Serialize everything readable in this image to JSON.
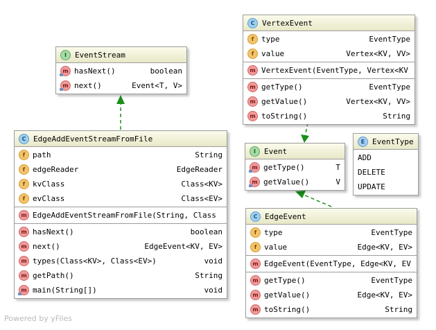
{
  "classes": {
    "event_stream": {
      "kind": "I",
      "name": "EventStream",
      "methods": [
        {
          "name": "hasNext()",
          "type": "boolean"
        },
        {
          "name": "next()",
          "type": "Event<T, V>"
        }
      ]
    },
    "vertex_event": {
      "kind": "C",
      "name": "VertexEvent",
      "fields": [
        {
          "name": "type",
          "type": "EventType"
        },
        {
          "name": "value",
          "type": "Vertex<KV, VV>"
        }
      ],
      "constructors": [
        {
          "name": "VertexEvent(EventType, Vertex<KV",
          "type": ""
        }
      ],
      "methods": [
        {
          "name": "getType()",
          "type": "EventType"
        },
        {
          "name": "getValue()",
          "type": "Vertex<KV, VV>"
        },
        {
          "name": "toString()",
          "type": "String"
        }
      ]
    },
    "edge_add_stream": {
      "kind": "C",
      "name": "EdgeAddEventStreamFromFile",
      "fields": [
        {
          "name": "path",
          "type": "String"
        },
        {
          "name": "edgeReader",
          "type": "EdgeReader"
        },
        {
          "name": "kvClass",
          "type": "Class<KV>"
        },
        {
          "name": "evClass",
          "type": "Class<EV>"
        }
      ],
      "constructors": [
        {
          "name": "EdgeAddEventStreamFromFile(String, Class",
          "type": ""
        }
      ],
      "methods": [
        {
          "name": "hasNext()",
          "type": "boolean"
        },
        {
          "name": "next()",
          "type": "EdgeEvent<KV, EV>"
        },
        {
          "name": "types(Class<KV>, Class<EV>)",
          "type": "void"
        },
        {
          "name": "getPath()",
          "type": "String"
        },
        {
          "name": "main(String[])",
          "type": "void"
        }
      ]
    },
    "event": {
      "kind": "I",
      "name": "Event",
      "methods": [
        {
          "name": "getType()",
          "type": "T"
        },
        {
          "name": "getValue()",
          "type": "V"
        }
      ]
    },
    "event_type": {
      "kind": "E",
      "name": "EventType",
      "constants": [
        "ADD",
        "DELETE",
        "UPDATE"
      ]
    },
    "edge_event": {
      "kind": "C",
      "name": "EdgeEvent",
      "fields": [
        {
          "name": "type",
          "type": "EventType"
        },
        {
          "name": "value",
          "type": "Edge<KV, EV>"
        }
      ],
      "constructors": [
        {
          "name": "EdgeEvent(EventType, Edge<KV, EV",
          "type": ""
        }
      ],
      "methods": [
        {
          "name": "getType()",
          "type": "EventType"
        },
        {
          "name": "getValue()",
          "type": "Edge<KV, EV>"
        },
        {
          "name": "toString()",
          "type": "String"
        }
      ]
    }
  },
  "badges": {
    "field": "f",
    "method": "m"
  },
  "colors": {
    "header_top": "#fbfbec",
    "header_bottom": "#e8e8c8",
    "border": "#9c9c9c",
    "arrow": "#1a8f1a"
  },
  "footer": "Powered by yFiles"
}
